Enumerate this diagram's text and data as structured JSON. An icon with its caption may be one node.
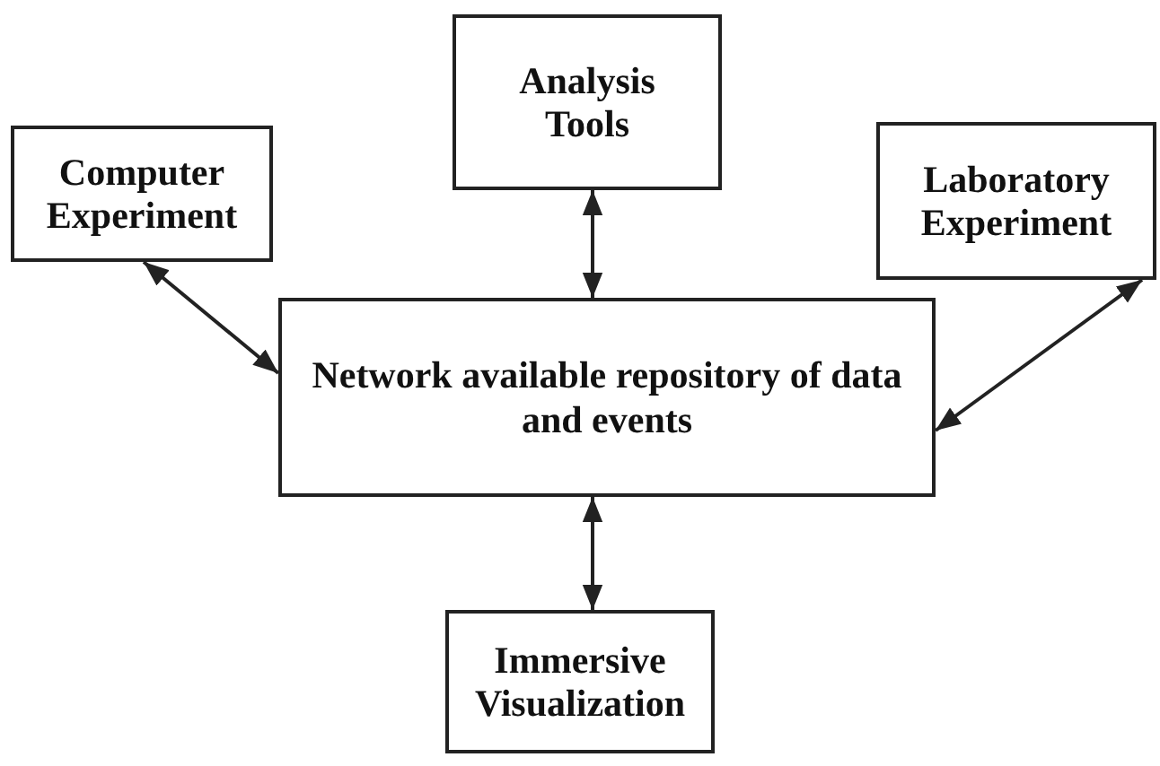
{
  "diagram": {
    "nodes": [
      {
        "text": [
          "Analysis Tools"
        ]
      },
      {
        "text": [
          "Computer Experiment"
        ]
      },
      {
        "text": [
          "Laboratory Experiment"
        ]
      },
      {
        "text": [
          "Network available repository of data and events"
        ]
      },
      {
        "text": [
          "Immersive Visualization"
        ]
      }
    ],
    "edges": [
      {
        "from": 0,
        "to": 3,
        "arrow": "both"
      },
      {
        "from": 1,
        "to": 3,
        "arrow": "both"
      },
      {
        "from": 2,
        "to": 3,
        "arrow": "both"
      },
      {
        "from": 3,
        "to": 4,
        "arrow": "both"
      }
    ]
  }
}
